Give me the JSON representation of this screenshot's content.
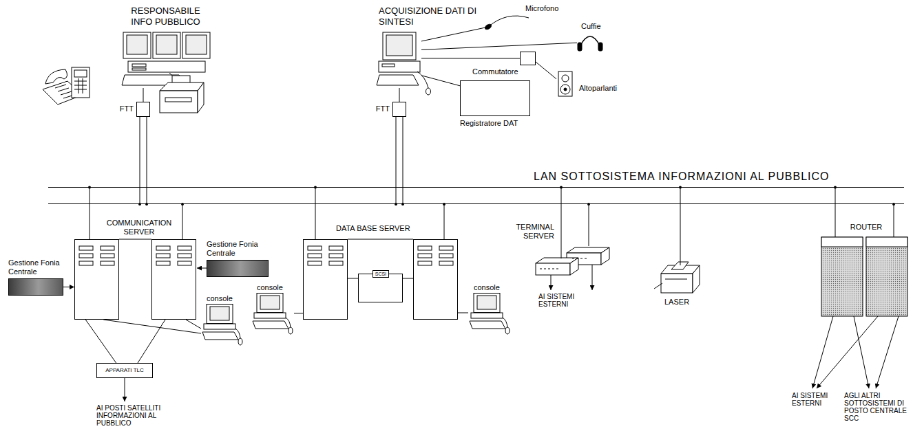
{
  "diagram": {
    "nodes": [
      {
        "text": [
          "RESPONSABILE INFO PUBBLICO"
        ]
      },
      {
        "text": [
          "FTT"
        ]
      },
      {
        "text": [
          "ACQUISIZIONE DATI DI SINTESI"
        ]
      },
      {
        "text": [
          "Microfono"
        ]
      },
      {
        "text": [
          "Cuffie"
        ]
      },
      {
        "text": [
          "Commutatore"
        ]
      },
      {
        "text": [
          "Altoparlanti"
        ]
      },
      {
        "text": [
          "Registratore DAT"
        ]
      },
      {
        "text": [
          "FTT"
        ]
      },
      {
        "text": [
          "LAN SOTTOSISTEMA INFORMAZIONI AL PUBBLICO"
        ]
      },
      {
        "text": [
          "Gestione Fonia Centrale"
        ]
      },
      {
        "text": [
          "COMMUNICATION SERVER"
        ]
      },
      {
        "text": [
          "Gestione Fonia Centrale"
        ]
      },
      {
        "text": [
          "console"
        ]
      },
      {
        "text": [
          "APPARATI TLC"
        ]
      },
      {
        "text": [
          "DATA BASE SERVER"
        ]
      },
      {
        "text": [
          "console"
        ]
      },
      {
        "text": [
          "SCSI"
        ]
      },
      {
        "text": [
          "console"
        ]
      },
      {
        "text": [
          "TERMINAL SERVER"
        ]
      },
      {
        "text": [
          "LASER"
        ]
      },
      {
        "text": [
          "ROUTER"
        ]
      }
    ],
    "edges": [
      {
        "from": 0,
        "to": 1,
        "arrow": "none"
      },
      {
        "from": 1,
        "to": 9,
        "arrow": "none"
      },
      {
        "from": 2,
        "to": 3,
        "arrow": "none"
      },
      {
        "from": 2,
        "to": 4,
        "arrow": "none"
      },
      {
        "from": 2,
        "to": 5,
        "arrow": "none"
      },
      {
        "from": 5,
        "to": 6,
        "arrow": "none"
      },
      {
        "from": 2,
        "to": 7,
        "arrow": "none"
      },
      {
        "from": 2,
        "to": 8,
        "arrow": "none"
      },
      {
        "from": 8,
        "to": 9,
        "arrow": "none"
      },
      {
        "from": 9,
        "to": 11,
        "arrow": "none"
      },
      {
        "from": 10,
        "to": 11,
        "arrow": "to"
      },
      {
        "from": 11,
        "to": 14,
        "arrow": "none"
      },
      {
        "from": 11,
        "to": 13,
        "arrow": "none"
      },
      {
        "from": 9,
        "to": 15,
        "arrow": "none"
      },
      {
        "from": 15,
        "to": 16,
        "arrow": "none"
      },
      {
        "from": 15,
        "to": 17,
        "arrow": "none"
      },
      {
        "from": 9,
        "to": 19,
        "arrow": "none"
      },
      {
        "from": 9,
        "to": 20,
        "arrow": "none"
      },
      {
        "from": 9,
        "to": 21,
        "arrow": "none"
      },
      {
        "from": 9,
        "to": 19,
        "arrow": "none"
      },
      {
        "from": 9,
        "to": 21,
        "arrow": "none"
      }
    ],
    "labels": [
      "AI POSTI SATELLITI INFORMAZIONI AL PUBBLICO",
      "AI SISTEMI ESTERNI",
      "AI SISTEMI ESTERNI",
      "AGLI ALTRI SOTTOSISTEMI DI POSTO CENTRALE SCC"
    ]
  }
}
